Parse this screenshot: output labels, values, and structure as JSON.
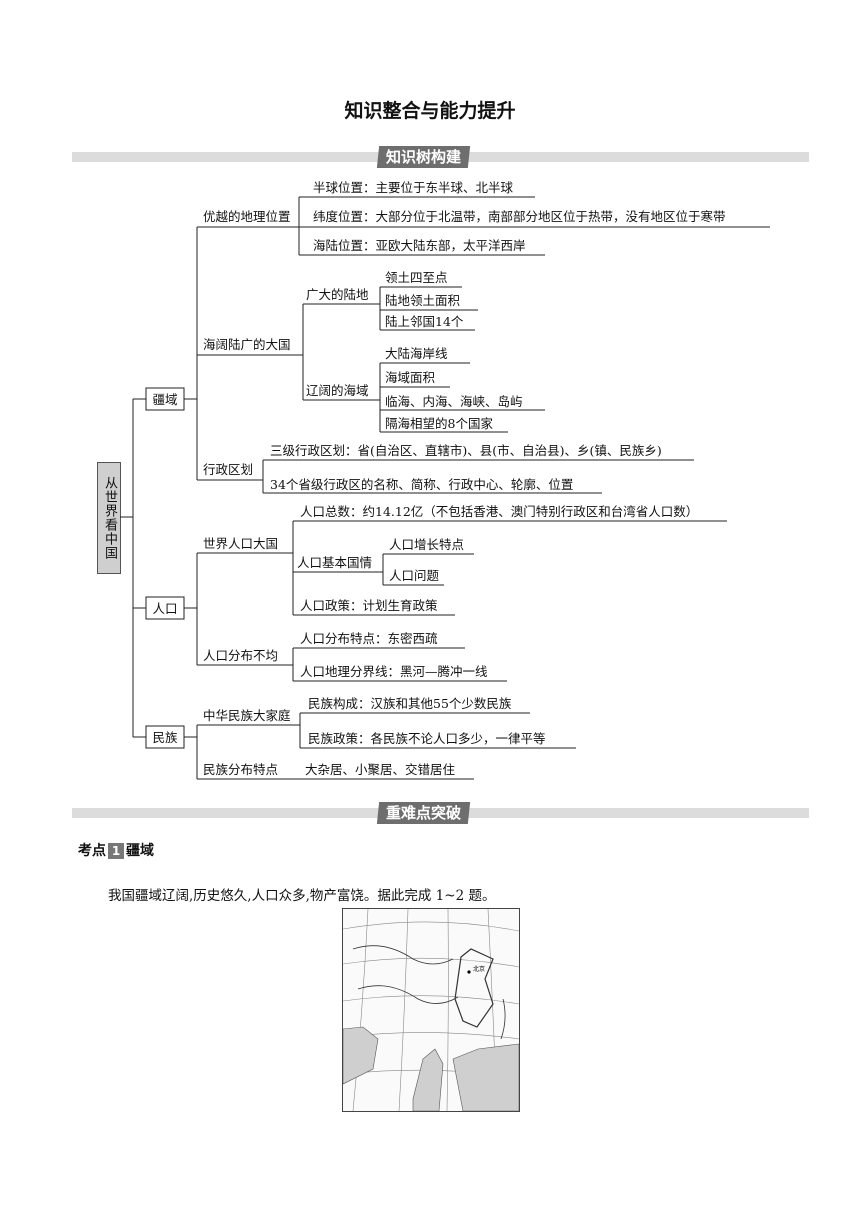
{
  "page_title": "知识整合与能力提升",
  "section_tree": "知识树构建",
  "section_points": "重难点突破",
  "root": "从世界看中国",
  "tree": {
    "jiangyu": "疆域",
    "youyue": "优越的地理位置",
    "banqiu": "半球位置：主要位于东半球、北半球",
    "weidu": "纬度位置：大部分位于北温带，南部部分地区位于热带，没有地区位于寒带",
    "hailu": "海陆位置：亚欧大陆东部，太平洋西岸",
    "haikuo": "海阔陆广的大国",
    "guangda": "广大的陆地",
    "lingtu4": "领土四至点",
    "ludimianji": "陆地领土面积",
    "linguo": "陆上邻国14个",
    "liaokuo": "辽阔的海域",
    "haian": "大陆海岸线",
    "haiyu": "海域面积",
    "linhai": "临海、内海、海峡、岛屿",
    "gehai": "隔海相望的8个国家",
    "xingzheng": "行政区划",
    "sanji": "三级行政区划：省(自治区、直辖市)、县(市、自治县)、乡(镇、民族乡)",
    "sheng34": "34个省级行政区的名称、简称、行政中心、轮廓、位置",
    "renkou": "人口",
    "shijie": "世界人口大国",
    "zongshu": "人口总数：约14.12亿（不包括香港、澳门特别行政区和台湾省人口数）",
    "jiben": "人口基本国情",
    "zengzhang": "人口增长特点",
    "wenti": "人口问题",
    "zhengce": "人口政策：计划生育政策",
    "fenbu": "人口分布不均",
    "dongmi": "人口分布特点：东密西疏",
    "fenjie": "人口地理分界线：黑河—腾冲一线",
    "minzu": "民族",
    "zhonghua": "中华民族大家庭",
    "goucheng": "民族构成：汉族和其他55个少数民族",
    "mzzhengce": "民族政策：各民族不论人口多少，一律平等",
    "mzfenbu": "民族分布特点",
    "zaju": "大杂居、小聚居、交错居住"
  },
  "kaodian": {
    "label": "考点",
    "number": "1",
    "topic": "疆域"
  },
  "paragraph": "我国疆域辽阔,历史悠久,人口众多,物产富饶。据此完成 1~2 题。",
  "map": {
    "label_city": "北京"
  }
}
